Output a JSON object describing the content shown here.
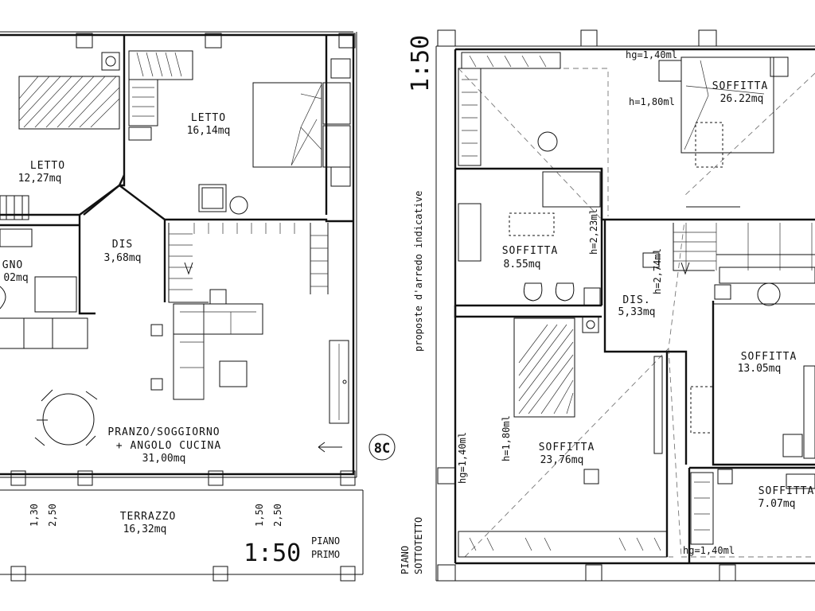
{
  "first_floor": {
    "rooms": [
      {
        "name": "LETTO",
        "area": "12,27mq"
      },
      {
        "name": "LETTO",
        "area": "16,14mq"
      },
      {
        "name": "DIS",
        "area": "3,68mq"
      },
      {
        "name": "GNO",
        "area": "02mq"
      },
      {
        "name": "PRANZO/SOGGIORNO",
        "name2": "+ ANGOLO CUCINA",
        "area": "31,00mq"
      },
      {
        "name": "TERRAZZO",
        "area": "16,32mq"
      }
    ],
    "heights": [
      "1,30",
      "2,50",
      "1,50",
      "2,50"
    ],
    "marker": "8C",
    "scale": "1:50",
    "floor_label_1": "PIANO",
    "floor_label_2": "PRIMO"
  },
  "attic": {
    "scale": "1:50",
    "note": "proposte d'arredo indicative",
    "floor_label_1": "PIANO",
    "floor_label_2": "SOTTOTETTO",
    "rooms": [
      {
        "name": "SOFFITTA",
        "area": "26.22mq"
      },
      {
        "name": "SOFFITTA",
        "area": "8.55mq"
      },
      {
        "name": "DIS.",
        "area": "5,33mq"
      },
      {
        "name": "SOFFITTA",
        "area": "13.05mq"
      },
      {
        "name": "SOFFITTA",
        "area": "23,76mq"
      },
      {
        "name": "SOFFITTA",
        "area": "7.07mq"
      }
    ],
    "heights": [
      "hg=1,40ml",
      "h=1,80ml",
      "h=2,23ml",
      "h=2,74ml",
      "hg=1,40ml",
      "h=1,80ml",
      "hg=1,40ml"
    ]
  }
}
